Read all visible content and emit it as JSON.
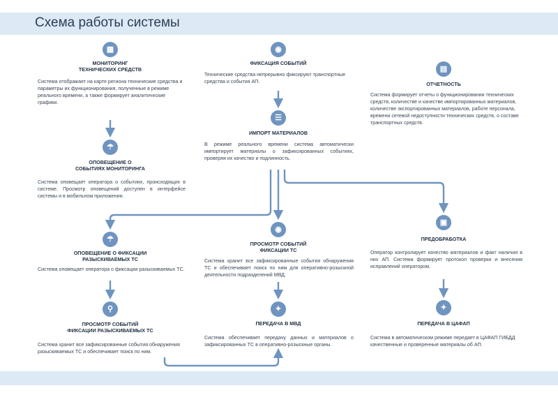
{
  "page": {
    "title": "Схема работы системы"
  },
  "colors": {
    "accent": "#6e94bf",
    "band": "#dde9f4",
    "title": "#2b3f57"
  },
  "blocks": {
    "monitoring": {
      "icon": "chart-icon",
      "head1": "МОНИТОРИНГ",
      "head2": "ТЕХНИЧЕСКИХ СРЕДСТВ",
      "text": "Система отображает на карте региона технические средства и параметры их функционирования, полученные в режиме реального времени, а также  формирует аналитические графики."
    },
    "notify_monitoring": {
      "icon": "bell-icon",
      "head1": "ОПОВЕЩЕНИЕ О",
      "head2": "СОБЫТИЯХ МОНИТОРИНГА",
      "text": "Система оповещает оператора о событиях, происходящих в системе. Просмотр оповещений доступен в  интерфейсе системы и в мобильном приложении."
    },
    "fixation": {
      "icon": "camera-icon",
      "head1": "ФИКСАЦИЯ СОБЫТИЙ",
      "text": "Технические средства непрерывно фиксируют транспортные средства и события АП."
    },
    "import": {
      "icon": "database-icon",
      "head1": "ИМПОРТ МАТЕРИАЛОВ",
      "text": "В режиме реального времени система автоматически импортирует материалы о зафиксированных событиях, проверяя их качество и подлинность."
    },
    "reports": {
      "icon": "report-icon",
      "head1": "ОТЧЕТНОСТЬ",
      "text": "Система формирует отчеты о функционировании технических средств, количестве и качестве импортированных материалов, количестве экспортированных материалов, работе персонала, времени сетевой недоступности технических средств, о составе транспортных средств."
    },
    "notify_wanted": {
      "icon": "bell-icon",
      "head1": "ОПОВЕЩЕНИЕ О ФИКСАЦИИ",
      "head2": "РАЗЫСКИВАЕМЫХ ТС",
      "text": "Система оповещает оператора о фиксации разыскиваемых ТС."
    },
    "view_wanted": {
      "icon": "search-icon",
      "head1": "ПРОСМОТР СОБЫТИЙ",
      "head2": "ФИКСАЦИИ РАЗЫСКИВАЕМЫХ ТС",
      "text": "Система хранит все зафиксированные события обнаружения разыскиваемых ТС и обеспечивает поиск по ним."
    },
    "view_fixation": {
      "icon": "location-icon",
      "head1": "ПРОСМОТР СОБЫТИЙ",
      "head2": "ФИКСАЦИИ ТС",
      "text": "Система хранит все зафиксированные события обнаружения ТС и обеспечивает поиск по ним для оперативно-розыскной деятельности подразделений МВД."
    },
    "mvd": {
      "icon": "emblem-icon",
      "head1": "ПЕРЕДАЧА В МВД",
      "text": "Система обеспечивает передачу данных и материалов о зафиксированных ТС в оперативно-розыскные органы."
    },
    "preprocessing": {
      "icon": "frame-icon",
      "head1": "ПРЕДОБРАБОТКА",
      "text": "Оператор контролирует качество материалов и факт наличия в них АП. Система формирует протокол проверки и внесения исправлений оператором."
    },
    "cafap": {
      "icon": "emblem-icon",
      "head1": "ПЕРЕДАЧА В ЦАФАП",
      "text": "Система в автоматическом режиме передает в ЦАФАП ГИБДД качественные и проверенные материалы об АП."
    }
  }
}
